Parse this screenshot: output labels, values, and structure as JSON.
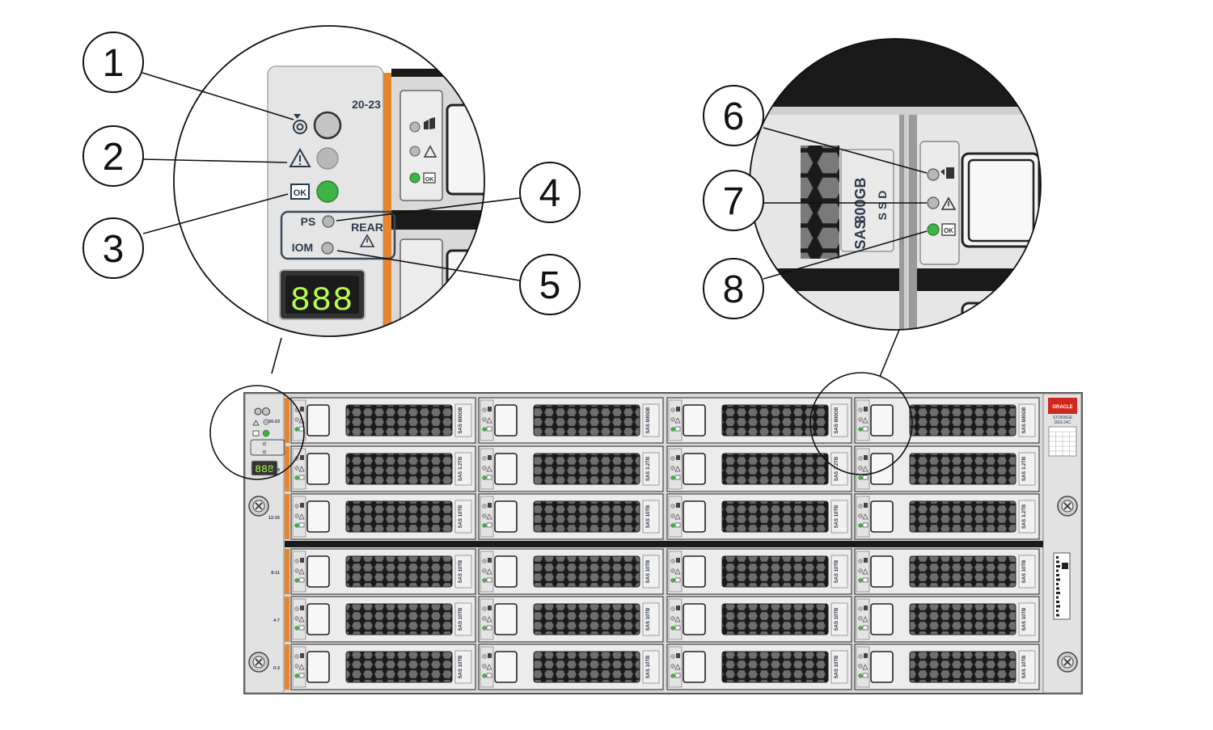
{
  "callouts": [
    {
      "num": "1",
      "name": "locator"
    },
    {
      "num": "2",
      "name": "fault"
    },
    {
      "num": "3",
      "name": "ok"
    },
    {
      "num": "4",
      "name": "ps-rear-fault"
    },
    {
      "num": "5",
      "name": "iom-rear-fault"
    },
    {
      "num": "6",
      "name": "drive-ready-to-remove"
    },
    {
      "num": "7",
      "name": "drive-fault"
    },
    {
      "num": "8",
      "name": "drive-ok"
    }
  ],
  "panel": {
    "bay_range_label": "20-23",
    "ps_label": "PS",
    "iom_label": "IOM",
    "rear_label": "REAR",
    "display_value": "888",
    "ok_label": "OK"
  },
  "drive_zoom": {
    "capacity": "800GB",
    "interface": "SAS",
    "media": "SSD",
    "ok_label": "OK"
  },
  "chassis": {
    "row_labels": [
      "20-23",
      "16-19",
      "12-15",
      "8-11",
      "4-7",
      "0-3"
    ],
    "drive_labels": [
      [
        "800GB",
        "800GB",
        "800GB",
        "800GB"
      ],
      [
        "3.2TB",
        "3.2TB",
        "3.2TB",
        "3.2TB"
      ],
      [
        "10TB",
        "10TB",
        "10TB",
        "3.2TB"
      ],
      [
        "10TB",
        "10TB",
        "10TB",
        "10TB"
      ],
      [
        "10TB",
        "10TB",
        "10TB",
        "10TB"
      ],
      [
        "10TB",
        "10TB",
        "10TB",
        "10TB"
      ]
    ],
    "drive_interface": "SAS",
    "brand": "ORACLE",
    "model_line1": "STORAGE",
    "model_line2": "DE3-24C"
  },
  "colors": {
    "led_green": "#3cb544",
    "led_gray": "#b8b8b8",
    "accent_orange": "#e8842c",
    "brand_red": "#d1281e",
    "display_green": "#b6ff4a"
  }
}
